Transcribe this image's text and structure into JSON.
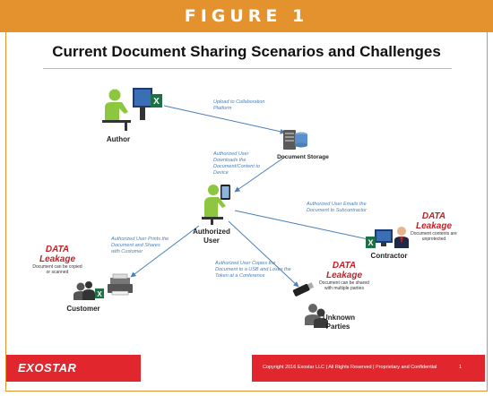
{
  "banner": "FIGURE 1",
  "title": "Current Document Sharing Scenarios and Challenges",
  "nodes": {
    "author": "Author",
    "storage": "Document Storage",
    "authorized_user": "Authorized User",
    "contractor": "Contractor",
    "customer": "Customer",
    "unknown": "Unknown Parties"
  },
  "edges": {
    "upload": "Upload to Collaboration Platform",
    "download": "Authorized User Downloads the Document/Content to Device",
    "email": "Authorized User Emails the Document to Subcontractor",
    "print": "Authorized User Prints the Document and Shares with Customer",
    "usb": "Authorized User Copies the Document to a USB and Loses the Token at a Conference"
  },
  "leaks": {
    "customer": {
      "title": "DATA Leakage",
      "desc": "Document can be copied or scanned"
    },
    "contractor": {
      "title": "DATA Leakage",
      "desc": "Document contents are unprotected"
    },
    "unknown": {
      "title": "DATA Leakage",
      "desc": "Document can be shared with multiple parties"
    }
  },
  "footer": {
    "logo": "EXOSTAR",
    "copyright": "Copyright 2016 Exostar LLC | All Rights Reserved | Proprietary and Confidential",
    "page": "1"
  },
  "colors": {
    "banner": "#e4922d",
    "person": "#8dc63f",
    "arrow": "#4a7fb8",
    "leak": "#c22026",
    "footer": "#e1262e"
  }
}
